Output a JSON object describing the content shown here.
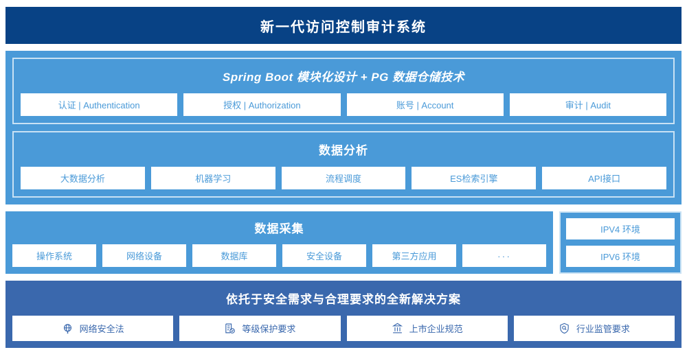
{
  "header": {
    "title": "新一代访问控制审计系统"
  },
  "colors": {
    "header_bg": "#084285",
    "light_panel": "#4a9ad8",
    "dark_panel": "#3a68ad",
    "chip_bg": "#ffffff",
    "chip_text_light": "#4a9ad8",
    "chip_text_dark": "#3a68ad",
    "group_border": "#c9e2f4"
  },
  "platform": {
    "architecture": {
      "title": "Spring Boot 模块化设计 + PG 数据仓储技术",
      "items": [
        {
          "label": "认证 | Authentication"
        },
        {
          "label": "授权 | Authorization"
        },
        {
          "label": "账号 | Account"
        },
        {
          "label": "审计 | Audit"
        }
      ]
    },
    "analysis": {
      "title": "数据分析",
      "items": [
        {
          "label": "大数据分析"
        },
        {
          "label": "机器学习"
        },
        {
          "label": "流程调度"
        },
        {
          "label": "ES检索引擎"
        },
        {
          "label": "API接口"
        }
      ]
    }
  },
  "collection": {
    "title": "数据采集",
    "items": [
      {
        "label": "操作系统"
      },
      {
        "label": "网络设备"
      },
      {
        "label": "数据库"
      },
      {
        "label": "安全设备"
      },
      {
        "label": "第三方应用"
      },
      {
        "label": "···"
      }
    ],
    "environments": [
      {
        "label": "IPV4 环境"
      },
      {
        "label": "IPV6 环境"
      }
    ]
  },
  "solution": {
    "title": "依托于安全需求与合理要求的全新解决方案",
    "items": [
      {
        "label": "网络安全法",
        "icon": "globe-icon"
      },
      {
        "label": "等级保护要求",
        "icon": "document-check-icon"
      },
      {
        "label": "上市企业规范",
        "icon": "bank-building-icon"
      },
      {
        "label": "行业监管要求",
        "icon": "shield-search-icon"
      }
    ]
  }
}
